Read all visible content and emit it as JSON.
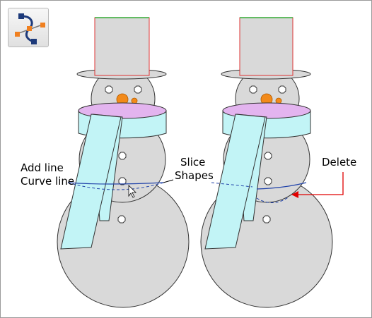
{
  "toolbar": {
    "shape_editor_tool": {
      "icon": "shape-editor-icon",
      "tooltip": ""
    }
  },
  "annotations": {
    "add_line": "Add line",
    "curve_line": "Curve line",
    "slice": "Slice",
    "shapes": "Shapes",
    "delete": "Delete"
  },
  "colors": {
    "body_fill": "#d9d9d9",
    "outline": "#333333",
    "hat_top_edge": "#33aa33",
    "hat_side_edge": "#dd3333",
    "nose": "#f28a1a",
    "scarf_fill": "#c2f4f6",
    "scarf_top": "#e3b4ef",
    "slice_line": "#2244aa",
    "pointer_arrow": "#e00000"
  }
}
